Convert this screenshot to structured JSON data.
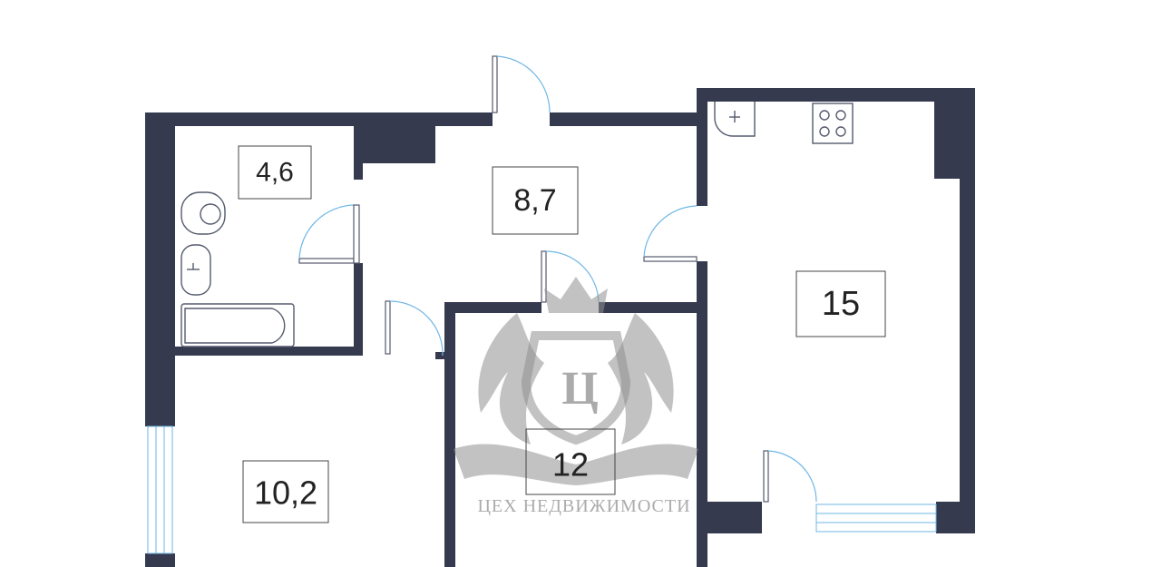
{
  "plan": {
    "rooms": [
      {
        "id": "bathroom",
        "area": "4,6"
      },
      {
        "id": "hall",
        "area": "8,7"
      },
      {
        "id": "kitchen-living",
        "area": "15"
      },
      {
        "id": "bedroom",
        "area": "12"
      },
      {
        "id": "room-left",
        "area": "10,2"
      }
    ]
  },
  "watermark": {
    "monogram": "Ц",
    "text": "ЦЕХ НЕДВИЖИМОСТИ"
  },
  "colors": {
    "wall": "#363a4f",
    "door_arc": "#6fb7e6",
    "window": "#6fb7e6",
    "background": "#ffffff"
  }
}
